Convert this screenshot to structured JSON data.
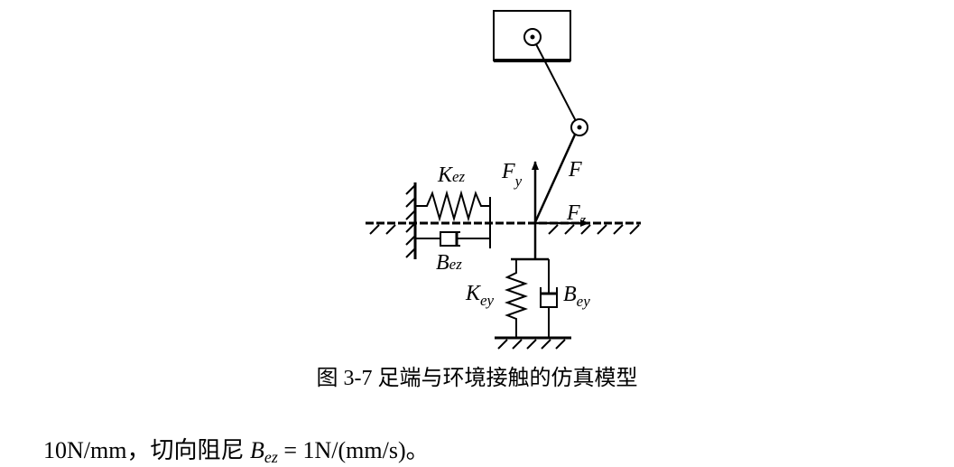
{
  "diagram": {
    "labels": {
      "k_ez": {
        "base": "K",
        "sub": "ez"
      },
      "b_ez": {
        "base": "B",
        "sub": "ez"
      },
      "k_ey": {
        "base": "K",
        "sub": "ey"
      },
      "b_ey": {
        "base": "B",
        "sub": "ey"
      },
      "f_y": {
        "base": "F",
        "sub": "y"
      },
      "f_z": {
        "base": "F",
        "sub": "z"
      },
      "f": {
        "base": "F"
      }
    }
  },
  "caption": "图 3-7  足端与环境接触的仿真模型",
  "body_line": {
    "prefix": "10N/mm，切向阻尼 ",
    "symbol": "B",
    "symbol_sub": "ez",
    "suffix": " = 1N/(mm/s)。"
  }
}
